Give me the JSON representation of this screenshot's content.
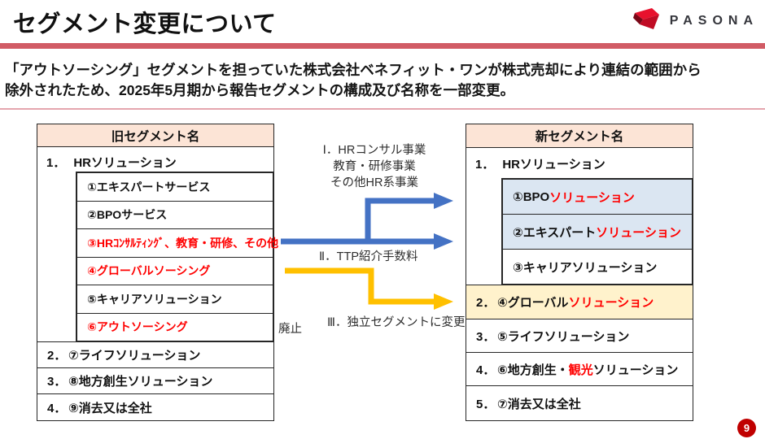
{
  "slide": {
    "title": "セグメント変更について",
    "page_number": "9"
  },
  "logo": {
    "brand": "PASONA",
    "mark": "red-ribbon-icon"
  },
  "intro": {
    "line1": "「アウトソーシング」セグメントを担っていた株式会社ベネフィット・ワンが株式売却により連結の範囲から",
    "line2": "除外されたため、2025年5月期から報告セグメントの構成及び名称を一部変更。"
  },
  "old_table": {
    "header": "旧セグメント名",
    "group1": {
      "num": "1．",
      "label": "HRソリューション"
    },
    "sub_rows": [
      {
        "text": "①エキスパートサービス",
        "red": false
      },
      {
        "text": "②BPOサービス",
        "red": false
      },
      {
        "text": "③HRｺﾝｻﾙﾃｨﾝｸﾞ、教育・研修、その他",
        "red": true
      },
      {
        "text": "④グローバルソーシング",
        "red": true
      },
      {
        "text": "⑤キャリアソリューション",
        "red": false
      },
      {
        "text": "⑥アウトソーシング",
        "red": true
      }
    ],
    "rows": [
      {
        "num": "2．",
        "label": "⑦ライフソリューション"
      },
      {
        "num": "3．",
        "label": "⑧地方創生ソリューション"
      },
      {
        "num": "4．",
        "label": "⑨消去又は全社"
      }
    ]
  },
  "new_table": {
    "header": "新セグメント名",
    "group1": {
      "num": "1．",
      "label": "HRソリューション"
    },
    "sub_rows": [
      {
        "black1": "①BPO",
        "red1": "ソリューション",
        "highlight": "blue"
      },
      {
        "black1": "②エキスパート",
        "red1": "ソリューション",
        "highlight": "blue"
      },
      {
        "black1": "③キャリアソリューション",
        "highlight": "none"
      }
    ],
    "rows": [
      {
        "num": "2．",
        "black1": "④グローバル",
        "red1": "ソリューション",
        "highlight": "cream"
      },
      {
        "num": "3．",
        "black1": "⑤ライフソリューション",
        "highlight": "none"
      },
      {
        "num": "4．",
        "black1": "⑥地方創生・",
        "red1": "観光",
        "black2": "ソリューション",
        "highlight": "none"
      },
      {
        "num": "5．",
        "black1": "⑦消去又は全社",
        "highlight": "none"
      }
    ]
  },
  "annotations": {
    "arrow1_line1": "Ⅰ．HRコンサル事業",
    "arrow1_line2": "教育・研修事業",
    "arrow1_line3": "その他HR系事業",
    "arrow2_label": "Ⅱ．TTP紹介手数料",
    "arrow3_label": "Ⅲ．独立セグメントに変更",
    "abolished_label": "廃止"
  },
  "colors": {
    "title_bar": "#d15b65",
    "thin_line": "#e5a6ae",
    "header_cell_bg": "#fce4d6",
    "blue_row_bg": "#dbe6f2",
    "cream_row_bg": "#fff2cc",
    "red_text": "#ff0000",
    "arrow_blue": "#4472c4",
    "arrow_yellow": "#ffc000",
    "logo_red": "#d31145",
    "page_badge_bg": "#c00000"
  }
}
